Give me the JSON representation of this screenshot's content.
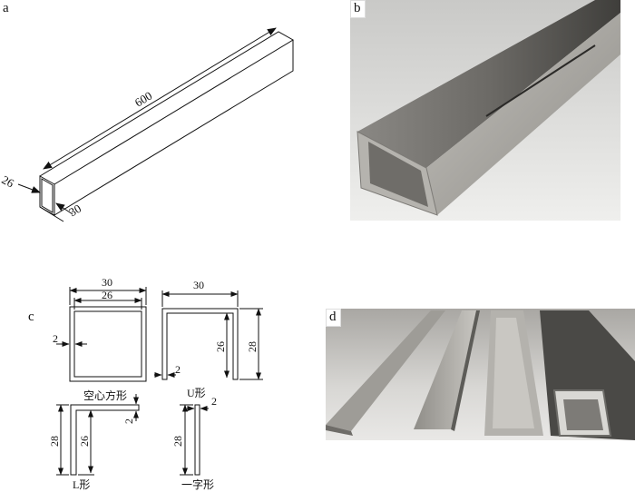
{
  "panels": {
    "a": {
      "label": "a",
      "dimensions": {
        "length": "600",
        "width": "26",
        "depth": "30"
      }
    },
    "b": {
      "label": "b"
    },
    "c": {
      "label": "c",
      "square": {
        "outer_width": "30",
        "inner_width": "26",
        "wall": "2",
        "caption": "空心方形"
      },
      "u_shape": {
        "outer_width": "30",
        "inner_height": "26",
        "outer_height": "28",
        "wall": "2",
        "caption": "U形"
      },
      "l_shape": {
        "outer_height": "28",
        "inner_height": "26",
        "wall": "2",
        "caption": "L形"
      },
      "flat": {
        "height": "28",
        "wall": "2",
        "caption": "一字形"
      }
    },
    "d": {
      "label": "d"
    }
  },
  "colors": {
    "line": "#111111",
    "photo_bg": "#e4e4e2",
    "metal_light": "#b9b7b2",
    "metal_dark": "#5f5e5a"
  }
}
